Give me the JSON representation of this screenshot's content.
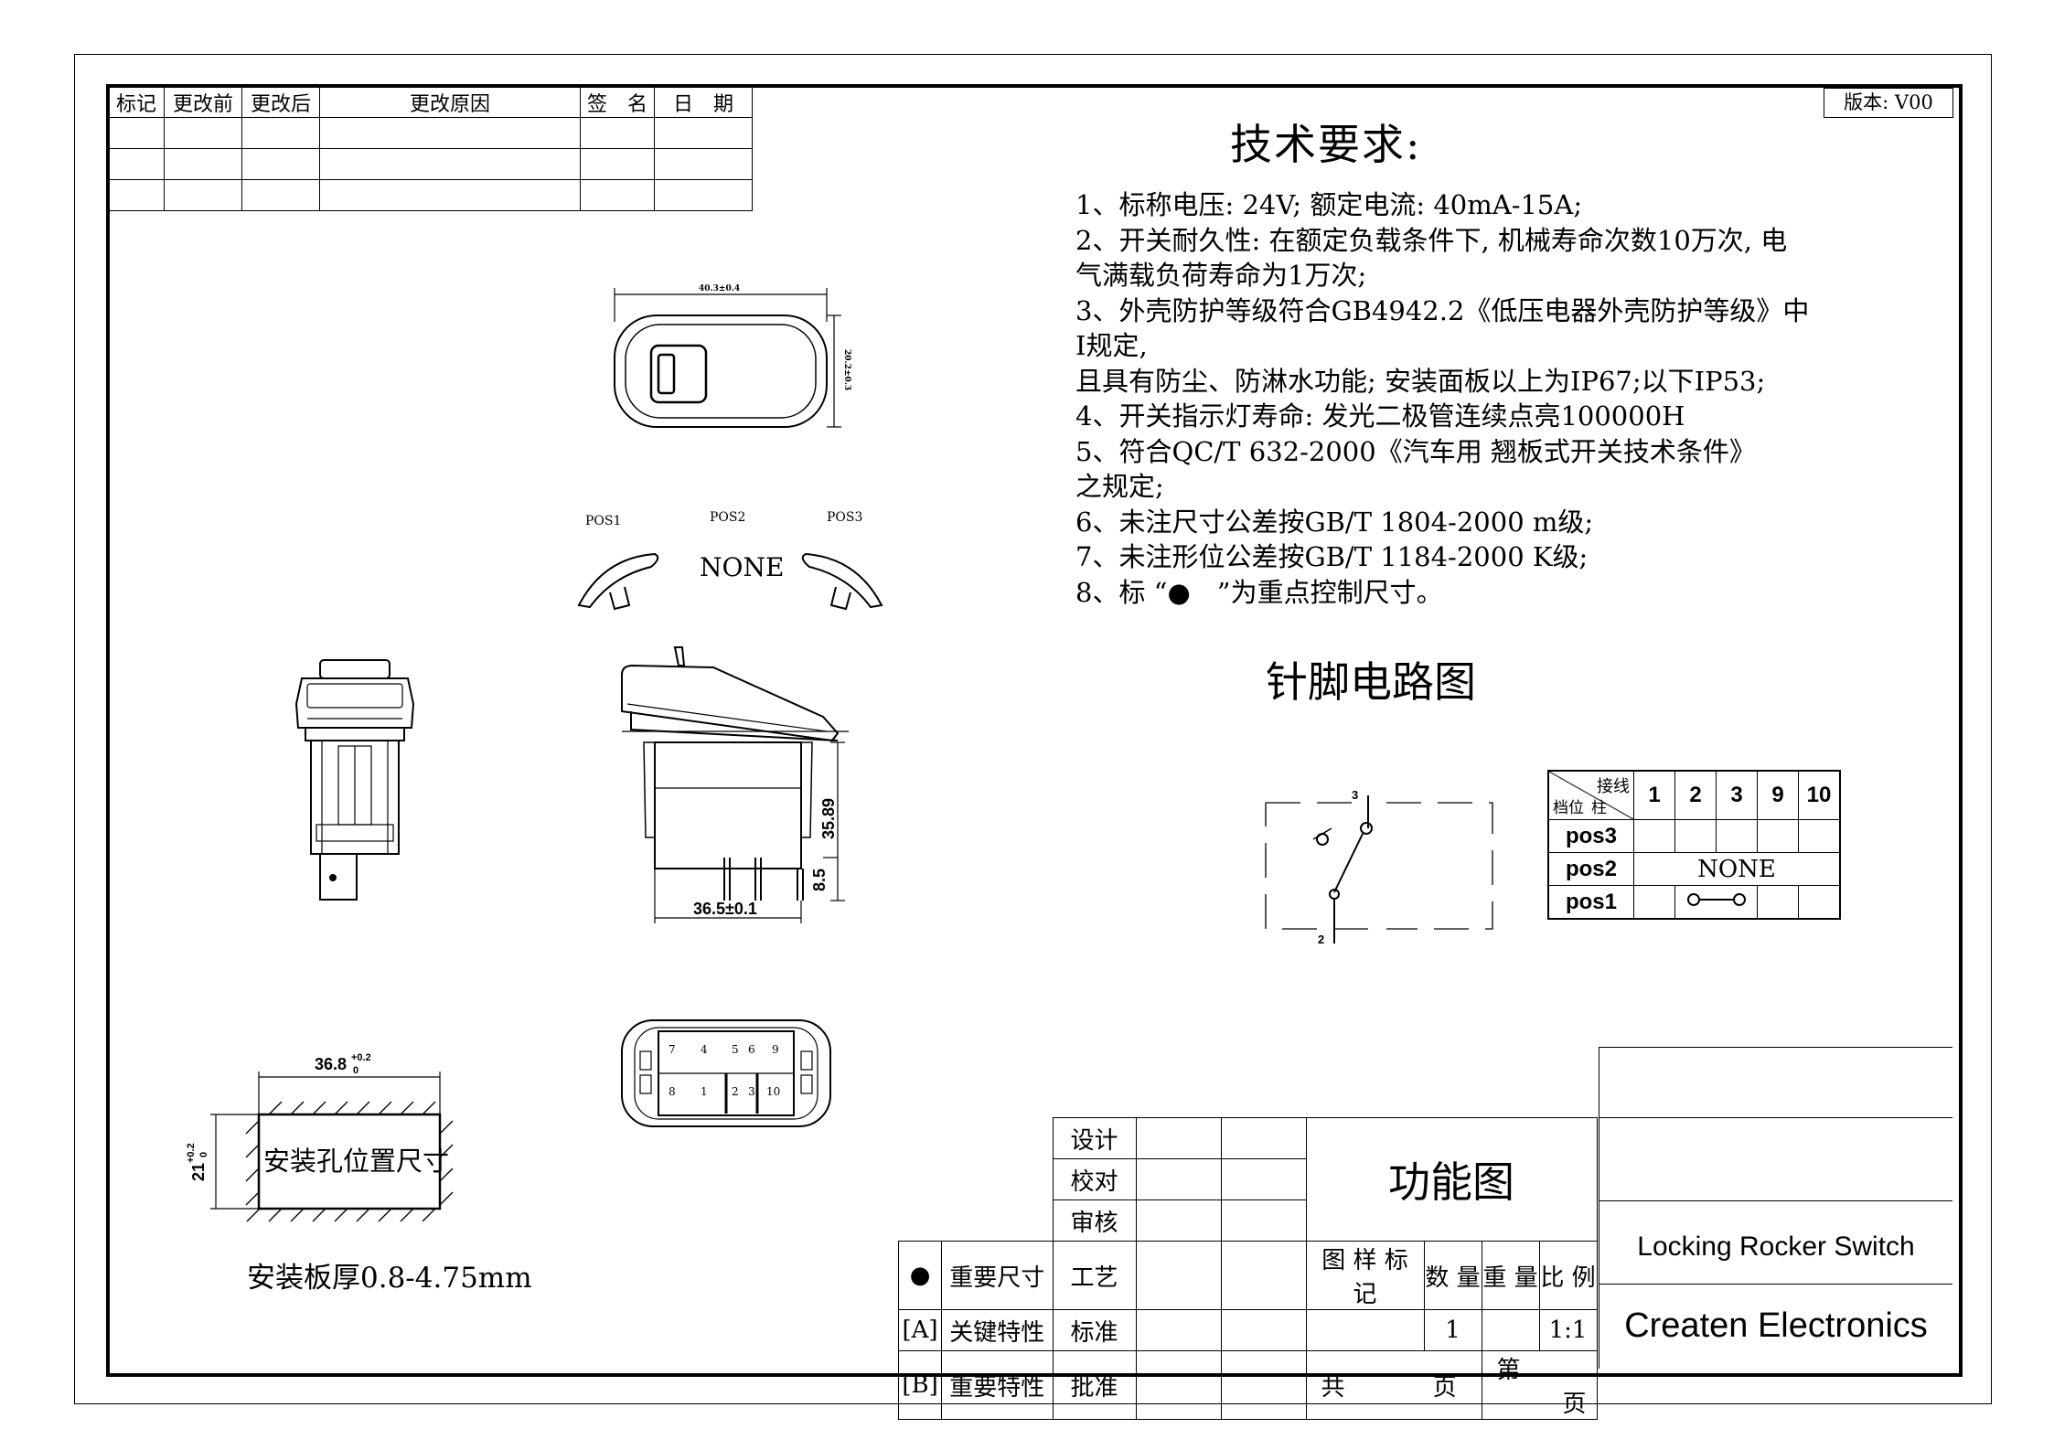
{
  "revision_table": {
    "headers": [
      "标记",
      "更改前",
      "更改后",
      "更改原因",
      "签　名",
      "日　期"
    ]
  },
  "version": "版本: V00",
  "tech_requirements": {
    "title": "技术要求:",
    "lines": [
      "1、标称电压: 24V; 额定电流: 40mA-15A;",
      "2、开关耐久性: 在额定负载条件下, 机械寿命次数10万次, 电",
      "气满载负荷寿命为1万次;",
      "3、外壳防护等级符合GB4942.2《低压电器外壳防护等级》中",
      "I规定,",
      "且具有防尘、防淋水功能; 安装面板以上为IP67;以下IP53;",
      "4、开关指示灯寿命: 发光二极管连续点亮100000H",
      "5、符合QC/T 632-2000《汽车用 翘板式开关技术条件》",
      "之规定;",
      "6、未注尺寸公差按GB/T 1804-2000 m级;",
      "7、未注形位公差按GB/T 1184-2000 K级;",
      "8、标 “●　”为重点控制尺寸。"
    ]
  },
  "drawing": {
    "top_width": "40.3±0.4",
    "top_height": "20.2±0.3",
    "pos1": "POS1",
    "pos2": "POS2",
    "pos3": "POS3",
    "pos2_state": "NONE",
    "dim_height": "35.89",
    "dim_terminal": "8.5",
    "dim_width": "36.5±0.1",
    "pins_top": [
      "7",
      "4",
      "5",
      "6",
      "9"
    ],
    "pins_bottom": [
      "8",
      "1",
      "2",
      "3",
      "10"
    ],
    "cutout_width": "36.8",
    "cutout_width_tol": "+0.2",
    "cutout_width_tol2": "0",
    "cutout_height": "21",
    "cutout_height_tol": "+0.2",
    "cutout_height_tol2": "0",
    "cutout_label": "安装孔位置尺寸",
    "panel_thickness": "安装板厚0.8-4.75mm"
  },
  "pin_circuit": {
    "title": "针脚电路图",
    "pin_top": "3",
    "pin_bottom": "2",
    "table_corner_top": "接线",
    "table_corner_left": "档位",
    "table_corner_right": "柱",
    "columns": [
      "1",
      "2",
      "3",
      "9",
      "10"
    ],
    "rows": [
      {
        "name": "pos3"
      },
      {
        "name": "pos2",
        "note": "NONE"
      },
      {
        "name": "pos1"
      }
    ]
  },
  "title_block": {
    "roles": [
      "设计",
      "校对",
      "审核",
      "工艺",
      "标准",
      "批准"
    ],
    "legend": [
      {
        "symbol": "●",
        "text": "重要尺寸"
      },
      {
        "symbol": "[A]",
        "text": "关键特性"
      },
      {
        "symbol": "[B]",
        "text": "重要特性"
      }
    ],
    "drawing_type": "功能图",
    "meta_headers": [
      "图 样 标 记",
      "数 量",
      "重 量",
      "比 例"
    ],
    "quantity": "1",
    "scale": "1:1",
    "sheet_total_label": "共",
    "page_label": "页",
    "sheet_label": "第",
    "page_label2": "页",
    "product_name": "Locking Rocker Switch",
    "company": "Createn Electronics"
  }
}
